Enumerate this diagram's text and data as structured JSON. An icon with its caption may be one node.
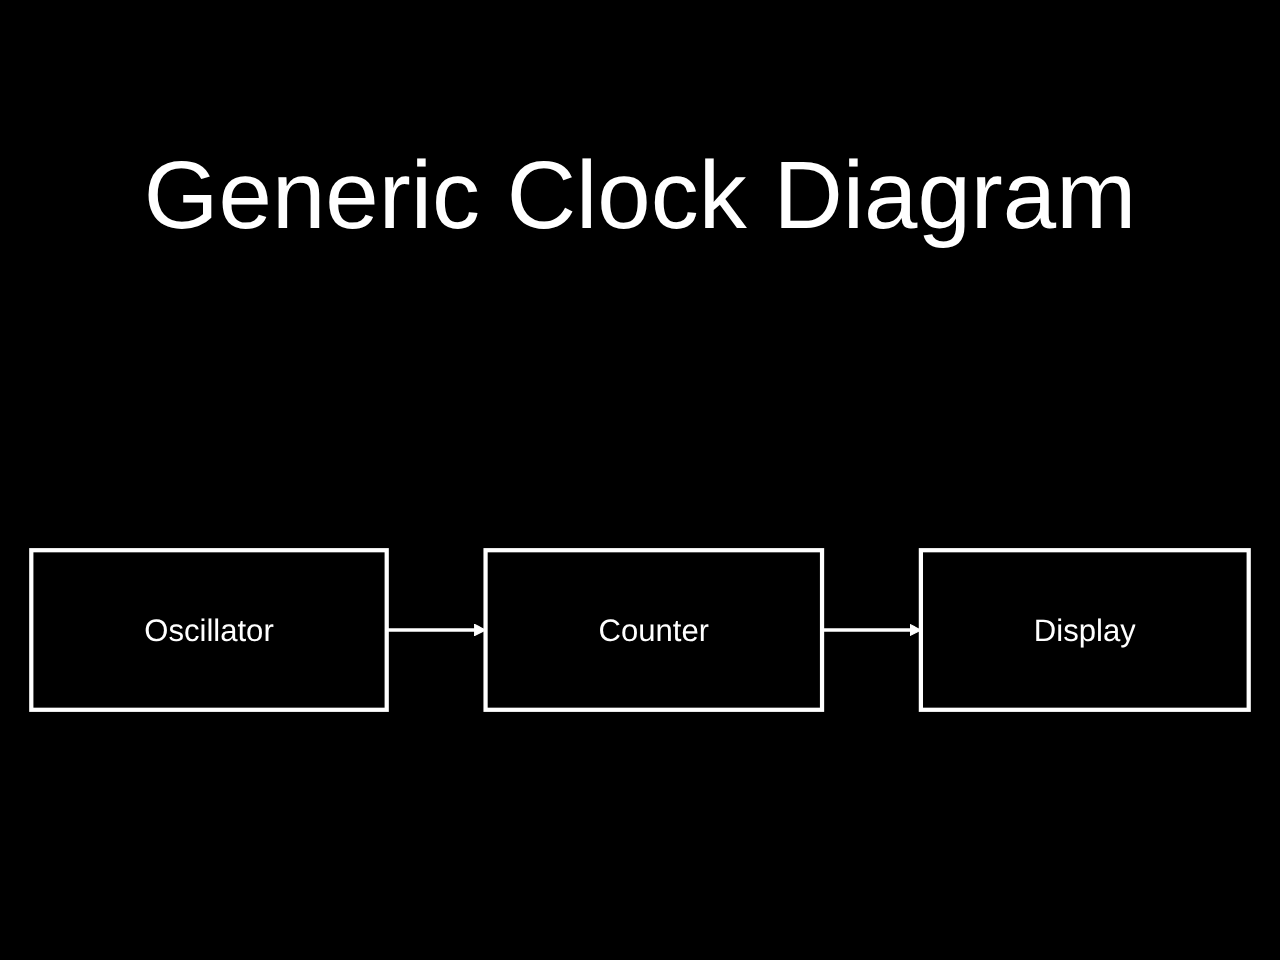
{
  "diagram": {
    "title": "Generic Clock Diagram",
    "nodes": [
      {
        "text": [
          "Oscillator"
        ]
      },
      {
        "text": [
          "Counter"
        ]
      },
      {
        "text": [
          "Display"
        ]
      }
    ],
    "edges": [
      {
        "from": 0,
        "to": 1,
        "arrow": "to"
      },
      {
        "from": 1,
        "to": 2,
        "arrow": "to"
      }
    ]
  }
}
